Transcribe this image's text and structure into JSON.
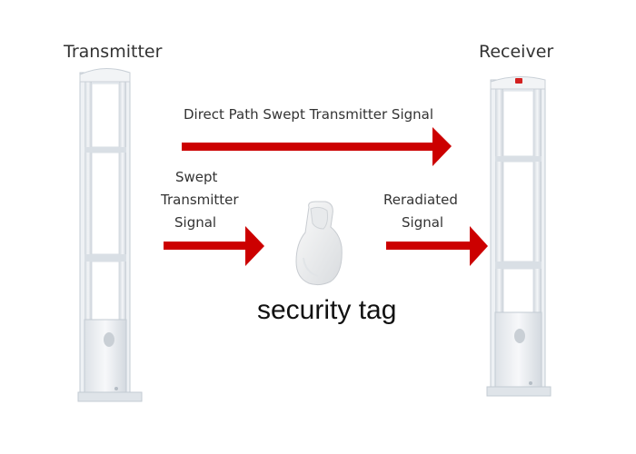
{
  "labels": {
    "transmitter": "Transmitter",
    "receiver": "Receiver",
    "direct_path": "Direct Path Swept Transmitter Signal",
    "swept_lines": [
      "Swept",
      "Transmitter",
      "Signal"
    ],
    "reradiated_lines": [
      "Reradiated",
      "Signal"
    ],
    "security_tag": "security tag"
  },
  "colors": {
    "arrow": "#cc0000",
    "antenna_frame": "#e8ecf0",
    "antenna_edge": "#b9c2cb",
    "indicator": "#d32020"
  }
}
